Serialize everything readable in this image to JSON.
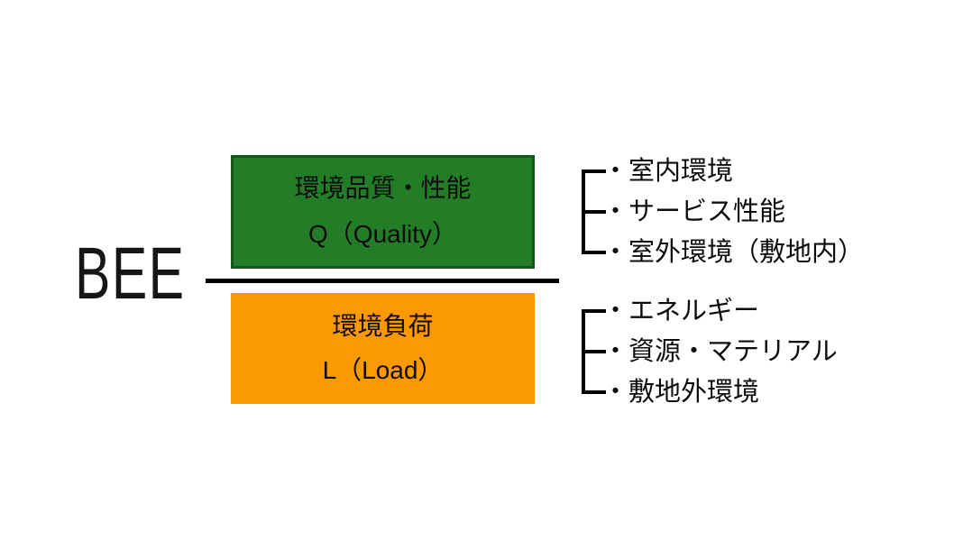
{
  "diagram": {
    "title_label": "BEE",
    "numerator": {
      "title": "環境品質・性能",
      "symbol": "Q（Quality）"
    },
    "denominator": {
      "title": "環境負荷",
      "symbol": "L（Load）"
    },
    "quality_items": [
      "・室内環境",
      "・サービス性能",
      "・室外環境（敷地内）"
    ],
    "load_items": [
      "・エネルギー",
      "・資源・マテリアル",
      "・敷地外環境"
    ],
    "colors": {
      "quality_box": "#237d26",
      "quality_box_border": "#145718",
      "load_box": "#fa9900",
      "fraction_line": "#000000",
      "text": "#0c0c0c",
      "background": "#ffffff"
    }
  }
}
